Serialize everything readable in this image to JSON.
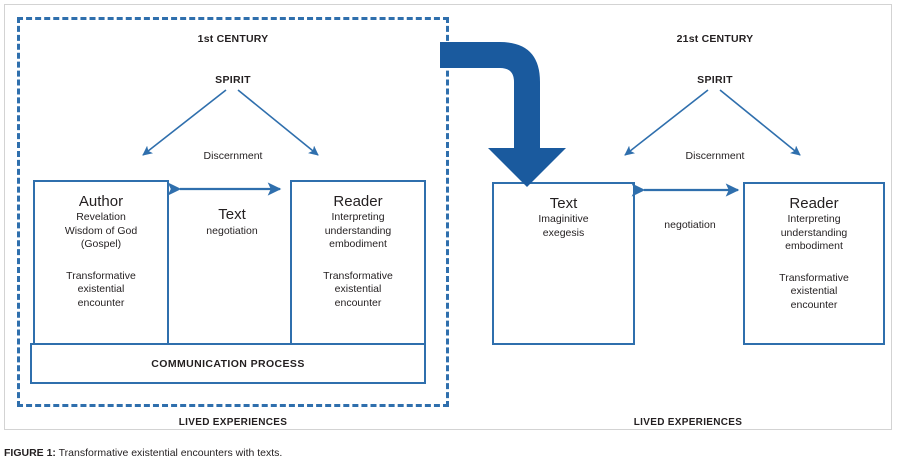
{
  "figure": {
    "caption_label": "FIGURE 1:",
    "caption_text": " Transformative existential encounters with texts.",
    "accent_color": "#2f6fad",
    "arrow_fill": "#1a5a9e",
    "frame_color": "#d3d3d3"
  },
  "left_panel": {
    "title": "1st CENTURY",
    "spirit": "SPIRIT",
    "discernment": "Discernment",
    "lived_experiences": "LIVED EXPERIENCES",
    "communication_process": "COMMUNICATION PROCESS",
    "middle": {
      "title": "Text",
      "subtitle": "negotiation"
    },
    "boxes": [
      {
        "title": "Author",
        "lines": [
          "Revelation",
          "Wisdom of God",
          "(Gospel)"
        ],
        "tail": [
          "Transformative",
          "existential",
          "encounter"
        ]
      },
      {
        "title": "Reader",
        "lines": [
          "Interpreting",
          "understanding",
          "embodiment"
        ],
        "tail": [
          "Transformative",
          "existential",
          "encounter"
        ]
      }
    ]
  },
  "right_panel": {
    "title": "21st CENTURY",
    "spirit": "SPIRIT",
    "discernment": "Discernment",
    "lived_experiences": "LIVED EXPERIENCES",
    "middle": {
      "title": "",
      "subtitle": "negotiation"
    },
    "boxes": [
      {
        "title": "Text",
        "lines": [
          "Imaginitive",
          "exegesis"
        ],
        "tail": []
      },
      {
        "title": "Reader",
        "lines": [
          "Interpreting",
          "understanding",
          "embodiment"
        ],
        "tail": [
          "Transformative",
          "existential",
          "encounter"
        ]
      }
    ]
  },
  "icons": {
    "bent_arrow": "bent-arrow-right-down-icon",
    "spirit_arrow": "diagonal-arrow-icon",
    "negotiation_arrow": "double-headed-arrow-icon"
  }
}
